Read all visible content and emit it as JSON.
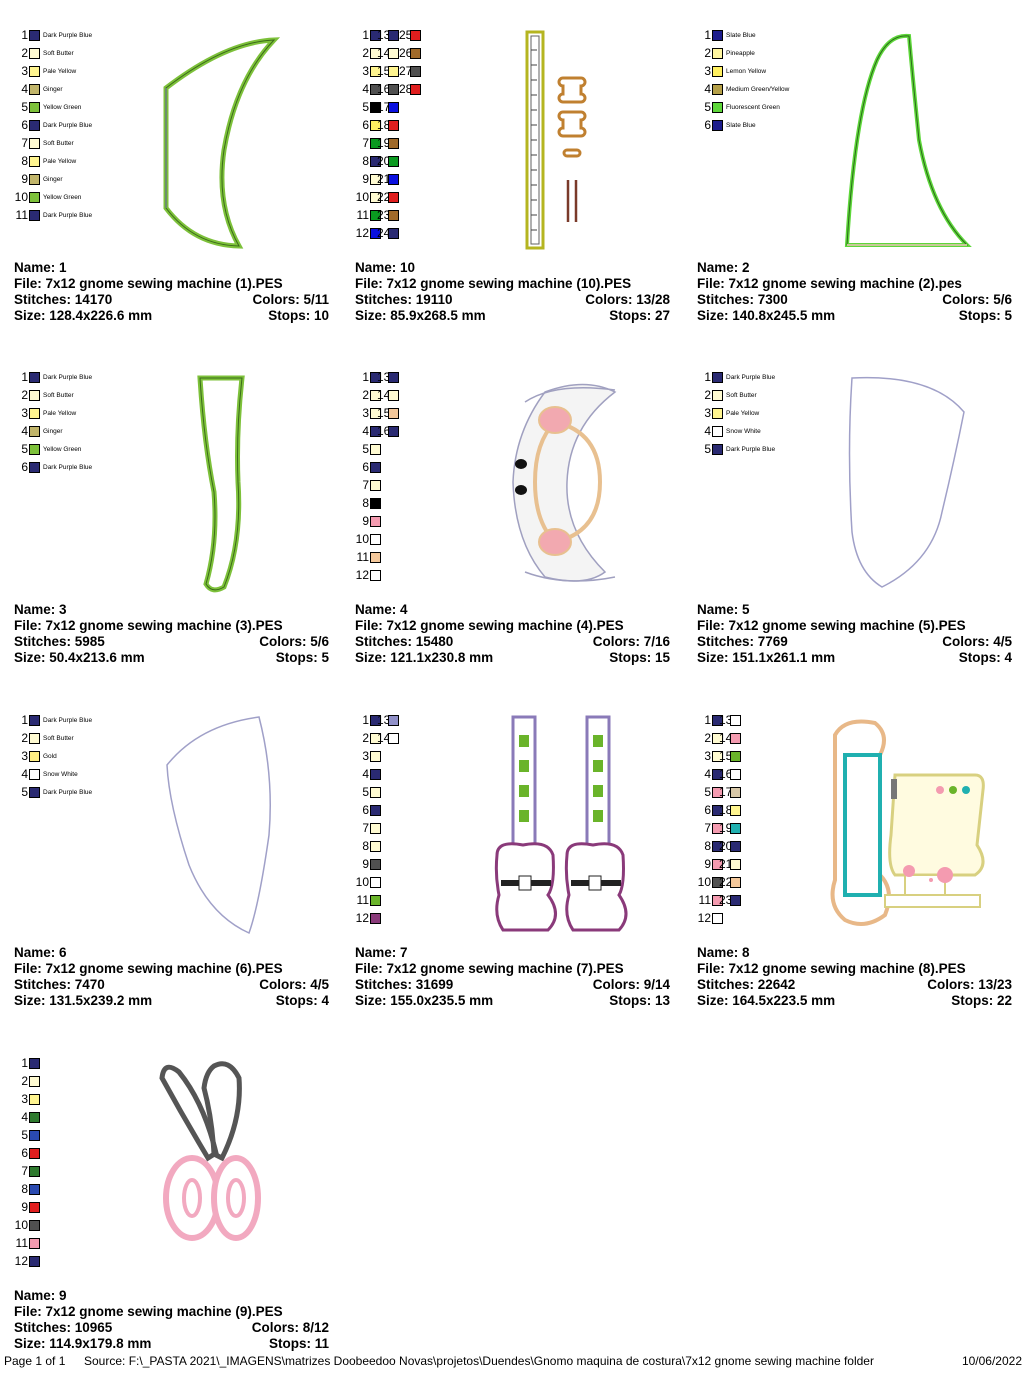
{
  "colors": {
    "dark_purple_blue": "#2a2a72",
    "soft_butter": "#fffbd2",
    "pale_yellow": "#fff590",
    "ginger": "#c1b56a",
    "yellow_green": "#7dc13a",
    "slate_blue": "#1c1c8c",
    "pineapple": "#fff6a0",
    "lemon_yellow": "#fff060",
    "medium_green_yellow": "#b5a048",
    "fluorescent_green": "#5ed73a",
    "snow_white": "#ffffff",
    "gold": "#ffef84",
    "black": "#000000",
    "red": "#e01e1e",
    "green": "#0a9a20",
    "blue": "#0a10e0",
    "brown": "#a06a2a",
    "grey": "#505050",
    "pink": "#f49bb0",
    "peach": "#f4c89b",
    "lavender": "#9090c8",
    "plum": "#8a3a7a",
    "teal": "#20b0b0",
    "forest": "#2e7a2e",
    "sky_blue": "#2a4ab0",
    "lime": "#6ab42a",
    "khaki": "#d8c8a8"
  },
  "designs": [
    {
      "name_label": "Name: 1",
      "file_label": "File: 7x12 gnome sewing machine  (1).PES",
      "stitches_label": "Stitches: 14170",
      "colors_label": "Colors: 5/11",
      "size_label": "Size: 128.4x226.6 mm",
      "stops_label": "Stops: 10",
      "legend": [
        {
          "n": "1",
          "color": "dark_purple_blue",
          "name": "Dark Purple Blue"
        },
        {
          "n": "2",
          "color": "soft_butter",
          "name": "Soft Butter"
        },
        {
          "n": "3",
          "color": "pale_yellow",
          "name": "Pale Yellow"
        },
        {
          "n": "4",
          "color": "ginger",
          "name": "Ginger"
        },
        {
          "n": "5",
          "color": "yellow_green",
          "name": "Yellow Green"
        },
        {
          "n": "6",
          "color": "dark_purple_blue",
          "name": "Dark Purple Blue"
        },
        {
          "n": "7",
          "color": "soft_butter",
          "name": "Soft Butter"
        },
        {
          "n": "8",
          "color": "pale_yellow",
          "name": "Pale Yellow"
        },
        {
          "n": "9",
          "color": "ginger",
          "name": "Ginger"
        },
        {
          "n": "10",
          "color": "yellow_green",
          "name": "Yellow Green"
        },
        {
          "n": "11",
          "color": "dark_purple_blue",
          "name": "Dark Purple Blue"
        }
      ]
    },
    {
      "name_label": "Name: 10",
      "file_label": "File: 7x12 gnome sewing machine  (10).PES",
      "stitches_label": "Stitches: 19110",
      "colors_label": "Colors: 13/28",
      "size_label": "Size: 85.9x268.5 mm",
      "stops_label": "Stops: 27",
      "legend": [
        {
          "n": "1",
          "color": "dark_purple_blue"
        },
        {
          "n": "2",
          "color": "soft_butter"
        },
        {
          "n": "3",
          "color": "pale_yellow"
        },
        {
          "n": "4",
          "color": "grey"
        },
        {
          "n": "5",
          "color": "black"
        },
        {
          "n": "6",
          "color": "lemon_yellow"
        },
        {
          "n": "7",
          "color": "green"
        },
        {
          "n": "8",
          "color": "dark_purple_blue"
        },
        {
          "n": "9",
          "color": "soft_butter"
        },
        {
          "n": "10",
          "color": "soft_butter"
        },
        {
          "n": "11",
          "color": "green"
        },
        {
          "n": "12",
          "color": "blue"
        },
        {
          "n": "13",
          "color": "dark_purple_blue"
        },
        {
          "n": "14",
          "color": "soft_butter"
        },
        {
          "n": "15",
          "color": "pale_yellow"
        },
        {
          "n": "16",
          "color": "grey"
        },
        {
          "n": "17",
          "color": "blue"
        },
        {
          "n": "18",
          "color": "red"
        },
        {
          "n": "19",
          "color": "brown"
        },
        {
          "n": "20",
          "color": "green"
        },
        {
          "n": "21",
          "color": "blue"
        },
        {
          "n": "22",
          "color": "red"
        },
        {
          "n": "23",
          "color": "brown"
        },
        {
          "n": "24",
          "color": "dark_purple_blue"
        },
        {
          "n": "25",
          "color": "red"
        },
        {
          "n": "26",
          "color": "brown"
        },
        {
          "n": "27",
          "color": "grey"
        },
        {
          "n": "28",
          "color": "red"
        }
      ]
    },
    {
      "name_label": "Name: 2",
      "file_label": "File: 7x12 gnome sewing machine  (2).pes",
      "stitches_label": "Stitches: 7300",
      "colors_label": "Colors: 5/6",
      "size_label": "Size: 140.8x245.5 mm",
      "stops_label": "Stops: 5",
      "legend": [
        {
          "n": "1",
          "color": "slate_blue",
          "name": "Slate Blue"
        },
        {
          "n": "2",
          "color": "pineapple",
          "name": "Pineapple"
        },
        {
          "n": "3",
          "color": "lemon_yellow",
          "name": "Lemon Yellow"
        },
        {
          "n": "4",
          "color": "medium_green_yellow",
          "name": "Medium Green/Yellow"
        },
        {
          "n": "5",
          "color": "fluorescent_green",
          "name": "Fluorescent Green"
        },
        {
          "n": "6",
          "color": "slate_blue",
          "name": "Slate Blue"
        }
      ]
    },
    {
      "name_label": "Name: 3",
      "file_label": "File: 7x12 gnome sewing machine  (3).PES",
      "stitches_label": "Stitches: 5985",
      "colors_label": "Colors: 5/6",
      "size_label": "Size: 50.4x213.6 mm",
      "stops_label": "Stops: 5",
      "legend": [
        {
          "n": "1",
          "color": "dark_purple_blue",
          "name": "Dark Purple Blue"
        },
        {
          "n": "2",
          "color": "soft_butter",
          "name": "Soft Butter"
        },
        {
          "n": "3",
          "color": "pale_yellow",
          "name": "Pale Yellow"
        },
        {
          "n": "4",
          "color": "ginger",
          "name": "Ginger"
        },
        {
          "n": "5",
          "color": "yellow_green",
          "name": "Yellow Green"
        },
        {
          "n": "6",
          "color": "dark_purple_blue",
          "name": "Dark Purple Blue"
        }
      ]
    },
    {
      "name_label": "Name: 4",
      "file_label": "File: 7x12 gnome sewing machine  (4).PES",
      "stitches_label": "Stitches: 15480",
      "colors_label": "Colors: 7/16",
      "size_label": "Size: 121.1x230.8 mm",
      "stops_label": "Stops: 15",
      "legend": [
        {
          "n": "1",
          "color": "dark_purple_blue"
        },
        {
          "n": "2",
          "color": "soft_butter"
        },
        {
          "n": "3",
          "color": "soft_butter"
        },
        {
          "n": "4",
          "color": "dark_purple_blue"
        },
        {
          "n": "5",
          "color": "soft_butter"
        },
        {
          "n": "6",
          "color": "dark_purple_blue"
        },
        {
          "n": "7",
          "color": "soft_butter"
        },
        {
          "n": "8",
          "color": "black"
        },
        {
          "n": "9",
          "color": "pink"
        },
        {
          "n": "10",
          "color": "snow_white"
        },
        {
          "n": "11",
          "color": "peach"
        },
        {
          "n": "12",
          "color": "snow_white"
        },
        {
          "n": "13",
          "color": "dark_purple_blue"
        },
        {
          "n": "14",
          "color": "soft_butter"
        },
        {
          "n": "15",
          "color": "peach"
        },
        {
          "n": "16",
          "color": "dark_purple_blue"
        }
      ]
    },
    {
      "name_label": "Name: 5",
      "file_label": "File: 7x12 gnome sewing machine  (5).PES",
      "stitches_label": "Stitches: 7769",
      "colors_label": "Colors: 4/5",
      "size_label": "Size: 151.1x261.1 mm",
      "stops_label": "Stops: 4",
      "legend": [
        {
          "n": "1",
          "color": "dark_purple_blue",
          "name": "Dark Purple Blue"
        },
        {
          "n": "2",
          "color": "soft_butter",
          "name": "Soft Butter"
        },
        {
          "n": "3",
          "color": "pale_yellow",
          "name": "Pale Yellow"
        },
        {
          "n": "4",
          "color": "snow_white",
          "name": "Snow White"
        },
        {
          "n": "5",
          "color": "dark_purple_blue",
          "name": "Dark Purple Blue"
        }
      ]
    },
    {
      "name_label": "Name: 6",
      "file_label": "File: 7x12 gnome sewing machine  (6).PES",
      "stitches_label": "Stitches: 7470",
      "colors_label": "Colors: 4/5",
      "size_label": "Size: 131.5x239.2 mm",
      "stops_label": "Stops: 4",
      "legend": [
        {
          "n": "1",
          "color": "dark_purple_blue",
          "name": "Dark Purple Blue"
        },
        {
          "n": "2",
          "color": "soft_butter",
          "name": "Soft Butter"
        },
        {
          "n": "3",
          "color": "gold",
          "name": "Gold"
        },
        {
          "n": "4",
          "color": "snow_white",
          "name": "Snow White"
        },
        {
          "n": "5",
          "color": "dark_purple_blue",
          "name": "Dark Purple Blue"
        }
      ]
    },
    {
      "name_label": "Name: 7",
      "file_label": "File: 7x12 gnome sewing machine  (7).PES",
      "stitches_label": "Stitches: 31699",
      "colors_label": "Colors: 9/14",
      "size_label": "Size: 155.0x235.5 mm",
      "stops_label": "Stops: 13",
      "legend": [
        {
          "n": "1",
          "color": "dark_purple_blue"
        },
        {
          "n": "2",
          "color": "soft_butter"
        },
        {
          "n": "3",
          "color": "soft_butter"
        },
        {
          "n": "4",
          "color": "dark_purple_blue"
        },
        {
          "n": "5",
          "color": "soft_butter"
        },
        {
          "n": "6",
          "color": "dark_purple_blue"
        },
        {
          "n": "7",
          "color": "soft_butter"
        },
        {
          "n": "8",
          "color": "soft_butter"
        },
        {
          "n": "9",
          "color": "grey"
        },
        {
          "n": "10",
          "color": "snow_white"
        },
        {
          "n": "11",
          "color": "lime"
        },
        {
          "n": "12",
          "color": "plum"
        },
        {
          "n": "13",
          "color": "lavender"
        },
        {
          "n": "14",
          "color": "snow_white"
        }
      ]
    },
    {
      "name_label": "Name: 8",
      "file_label": "File: 7x12 gnome sewing machine  (8).PES",
      "stitches_label": "Stitches: 22642",
      "colors_label": "Colors: 13/23",
      "size_label": "Size: 164.5x223.5 mm",
      "stops_label": "Stops: 22",
      "legend": [
        {
          "n": "1",
          "color": "dark_purple_blue"
        },
        {
          "n": "2",
          "color": "soft_butter"
        },
        {
          "n": "3",
          "color": "soft_butter"
        },
        {
          "n": "4",
          "color": "dark_purple_blue"
        },
        {
          "n": "5",
          "color": "pink"
        },
        {
          "n": "6",
          "color": "dark_purple_blue"
        },
        {
          "n": "7",
          "color": "pink"
        },
        {
          "n": "8",
          "color": "dark_purple_blue"
        },
        {
          "n": "9",
          "color": "pink"
        },
        {
          "n": "10",
          "color": "grey"
        },
        {
          "n": "11",
          "color": "pink"
        },
        {
          "n": "12",
          "color": "snow_white"
        },
        {
          "n": "13",
          "color": "snow_white"
        },
        {
          "n": "14",
          "color": "pink"
        },
        {
          "n": "15",
          "color": "lime"
        },
        {
          "n": "16",
          "color": "snow_white"
        },
        {
          "n": "17",
          "color": "khaki"
        },
        {
          "n": "18",
          "color": "pale_yellow"
        },
        {
          "n": "19",
          "color": "teal"
        },
        {
          "n": "20",
          "color": "dark_purple_blue"
        },
        {
          "n": "21",
          "color": "soft_butter"
        },
        {
          "n": "22",
          "color": "peach"
        },
        {
          "n": "23",
          "color": "dark_purple_blue"
        }
      ]
    },
    {
      "name_label": "Name: 9",
      "file_label": "File: 7x12 gnome sewing machine  (9).PES",
      "stitches_label": "Stitches: 10965",
      "colors_label": "Colors: 8/12",
      "size_label": "Size: 114.9x179.8 mm",
      "stops_label": "Stops: 11",
      "legend": [
        {
          "n": "1",
          "color": "dark_purple_blue"
        },
        {
          "n": "2",
          "color": "soft_butter"
        },
        {
          "n": "3",
          "color": "pale_yellow"
        },
        {
          "n": "4",
          "color": "forest"
        },
        {
          "n": "5",
          "color": "sky_blue"
        },
        {
          "n": "6",
          "color": "red"
        },
        {
          "n": "7",
          "color": "forest"
        },
        {
          "n": "8",
          "color": "sky_blue"
        },
        {
          "n": "9",
          "color": "red"
        },
        {
          "n": "10",
          "color": "grey"
        },
        {
          "n": "11",
          "color": "pink"
        },
        {
          "n": "12",
          "color": "dark_purple_blue"
        }
      ]
    }
  ],
  "footer": {
    "page_label": "Page 1 of 1",
    "source_label": "Source: F:\\_PASTA 2021\\_IMAGENS\\matrizes Doobeedoo Novas\\projetos\\Duendes\\Gnomo maquina de costura\\7x12 gnome sewing machine folder",
    "date_label": "10/06/2022"
  }
}
